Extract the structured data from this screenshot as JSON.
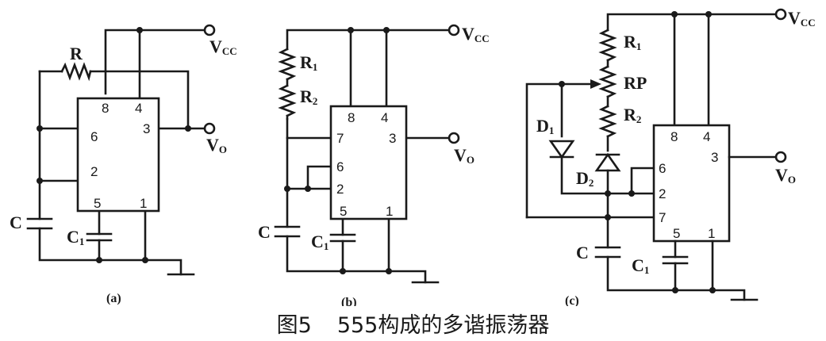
{
  "labels": {
    "vcc": "V",
    "vcc_sub": "CC",
    "vo": "V",
    "vo_sub": "O",
    "r": "R",
    "r1": "R",
    "r2": "R",
    "rp": "RP",
    "c": "C",
    "c1": "C",
    "d1": "D",
    "d2": "D",
    "sub_1": "1",
    "sub_2": "2"
  },
  "pins": {
    "p1": "1",
    "p2": "2",
    "p3": "3",
    "p4": "4",
    "p5": "5",
    "p6": "6",
    "p7": "7",
    "p8": "8"
  },
  "captions": {
    "a": "(a)",
    "b": "(b)",
    "c": "(c)"
  },
  "title": {
    "number": "图5",
    "text": "555构成的多谐振荡器"
  }
}
